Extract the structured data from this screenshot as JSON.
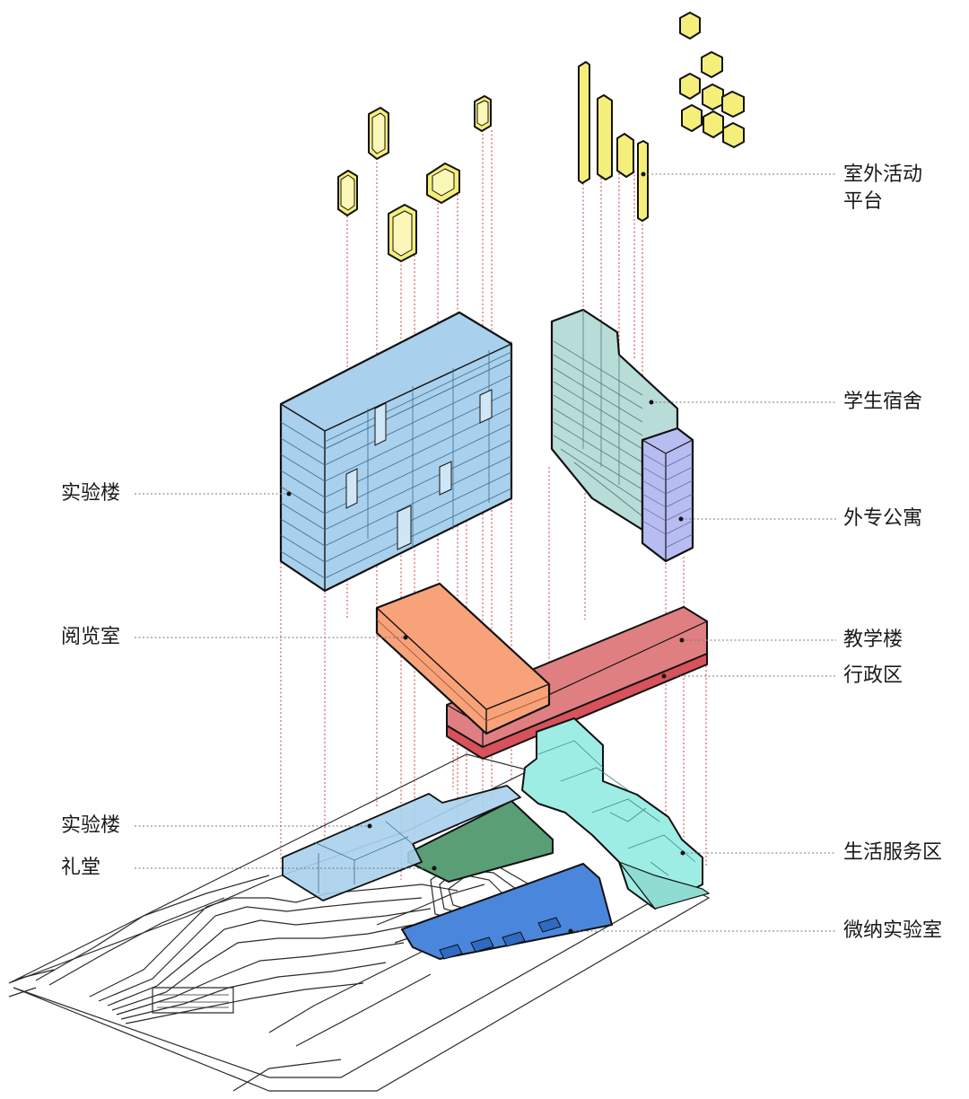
{
  "labels": {
    "outdoor_platform": [
      "室外活动",
      "平台"
    ],
    "dormitory": "学生宿舍",
    "foreign_apartment": "外专公寓",
    "lab_building_upper": "实验楼",
    "reading_room": "阅览室",
    "teaching_building": "教学楼",
    "administration": "行政区",
    "lab_building_lower": "实验楼",
    "auditorium": "礼堂",
    "life_service": "生活服务区",
    "micro_nano_lab": "微纳实验室"
  },
  "colors": {
    "outdoor_platform": "#f5ee7a",
    "lab_building": "#a9d0ec",
    "dormitory": "#b8dcd8",
    "foreign_apartment": "#b7bdf0",
    "reading_room": "#f8a27a",
    "teaching_building": "#e07f82",
    "administration": "#d7525a",
    "auditorium": "#5a9e76",
    "life_service": "#9eede4",
    "micro_nano_lab": "#4a86dc",
    "leader_line": "#d33b3b"
  }
}
